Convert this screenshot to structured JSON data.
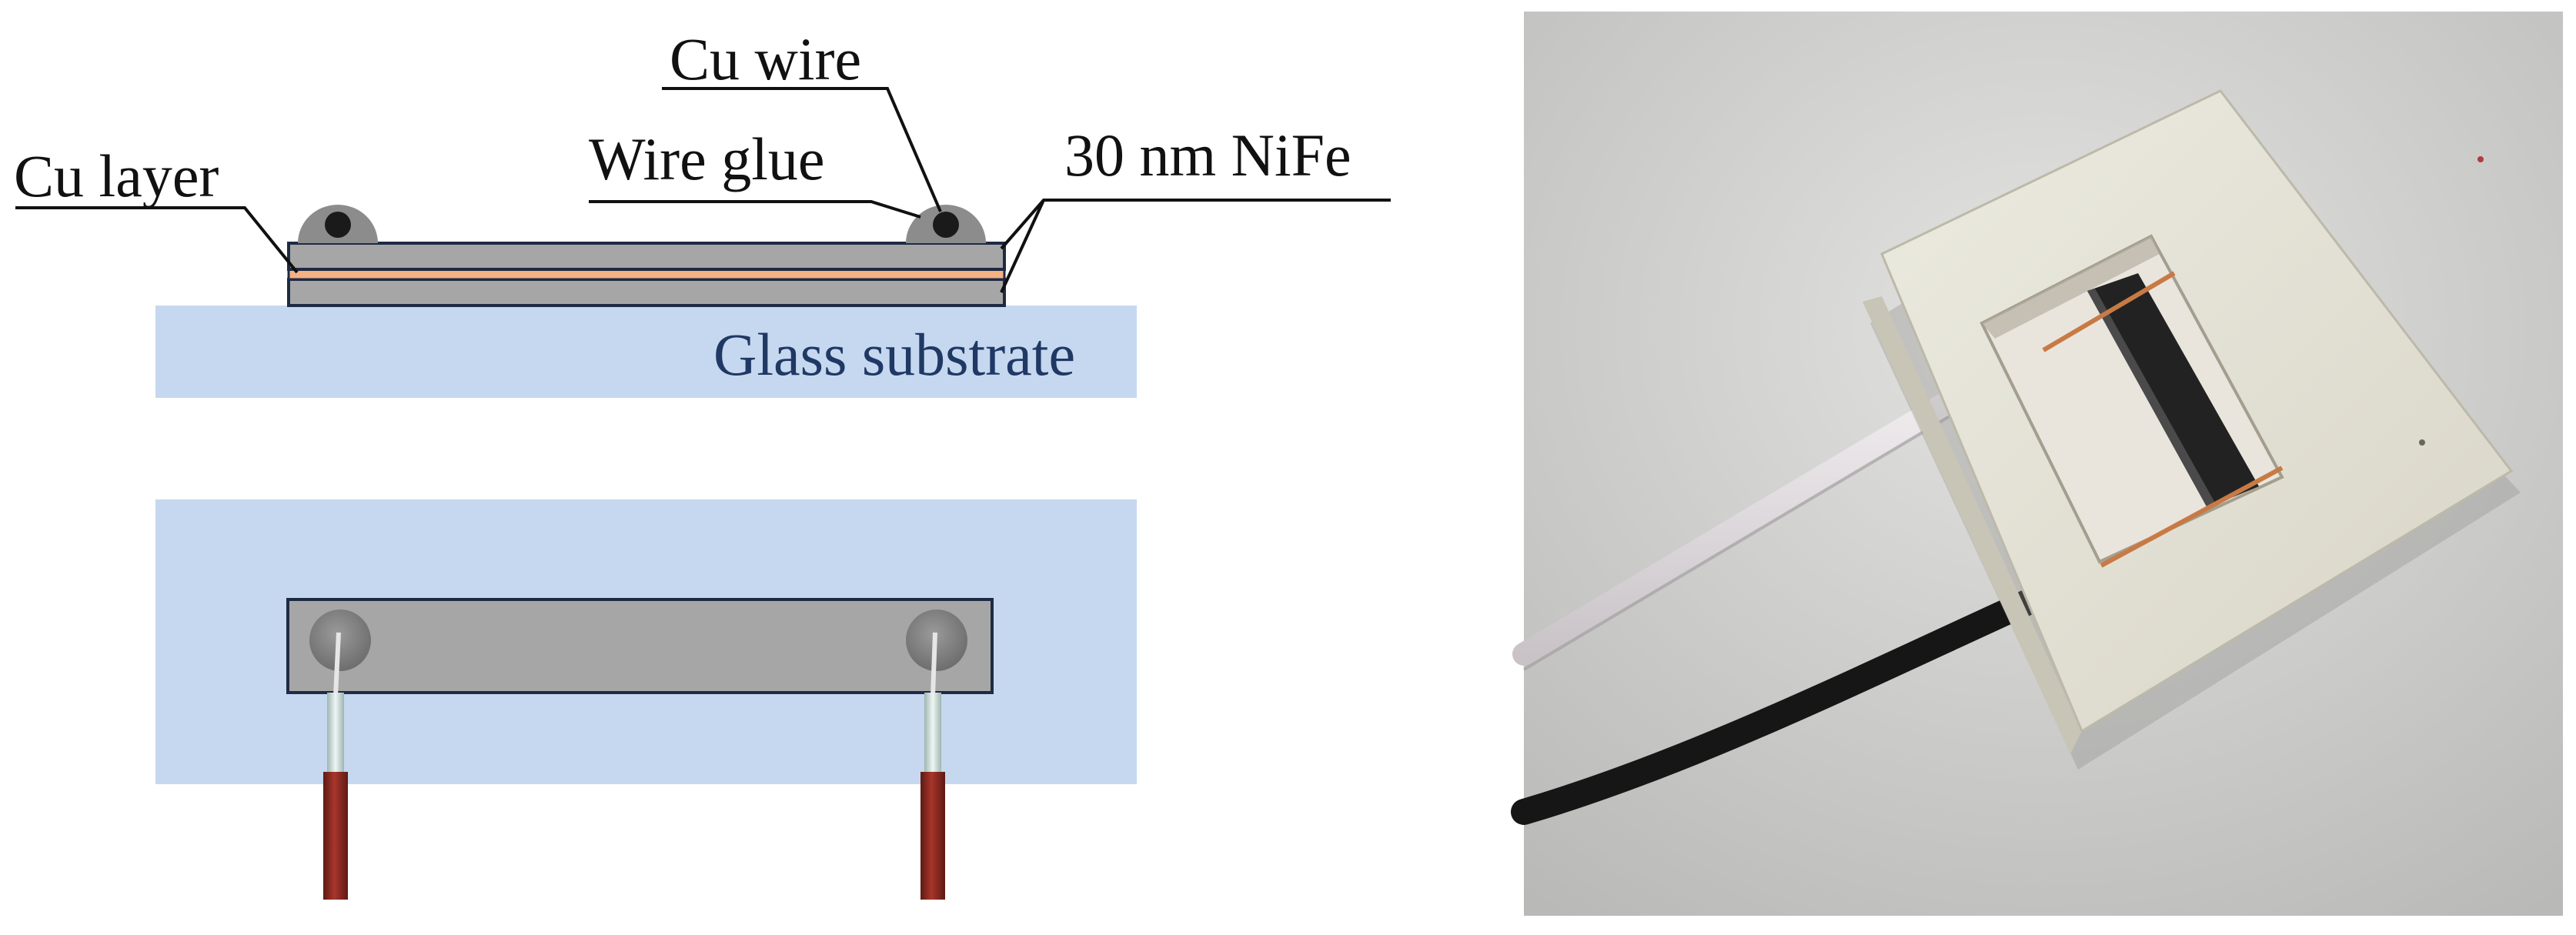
{
  "cross_section": {
    "labels": {
      "cu_layer": "Cu layer",
      "wire_glue": "Wire glue",
      "cu_wire": "Cu wire",
      "nife": "30 nm NiFe",
      "substrate": "Glass substrate"
    }
  },
  "colors": {
    "substrate": "#c5d8ef",
    "nife_film": "#a6a6a6",
    "cu_layer": "#f4b183",
    "outline": "#1f2a44",
    "glue": "#8c8c8c",
    "wire_core": "#1a1a1a",
    "wire_insulation": "#d6e6e2",
    "lead_red": "#8b2a22",
    "substrate_text": "#1f3864"
  }
}
